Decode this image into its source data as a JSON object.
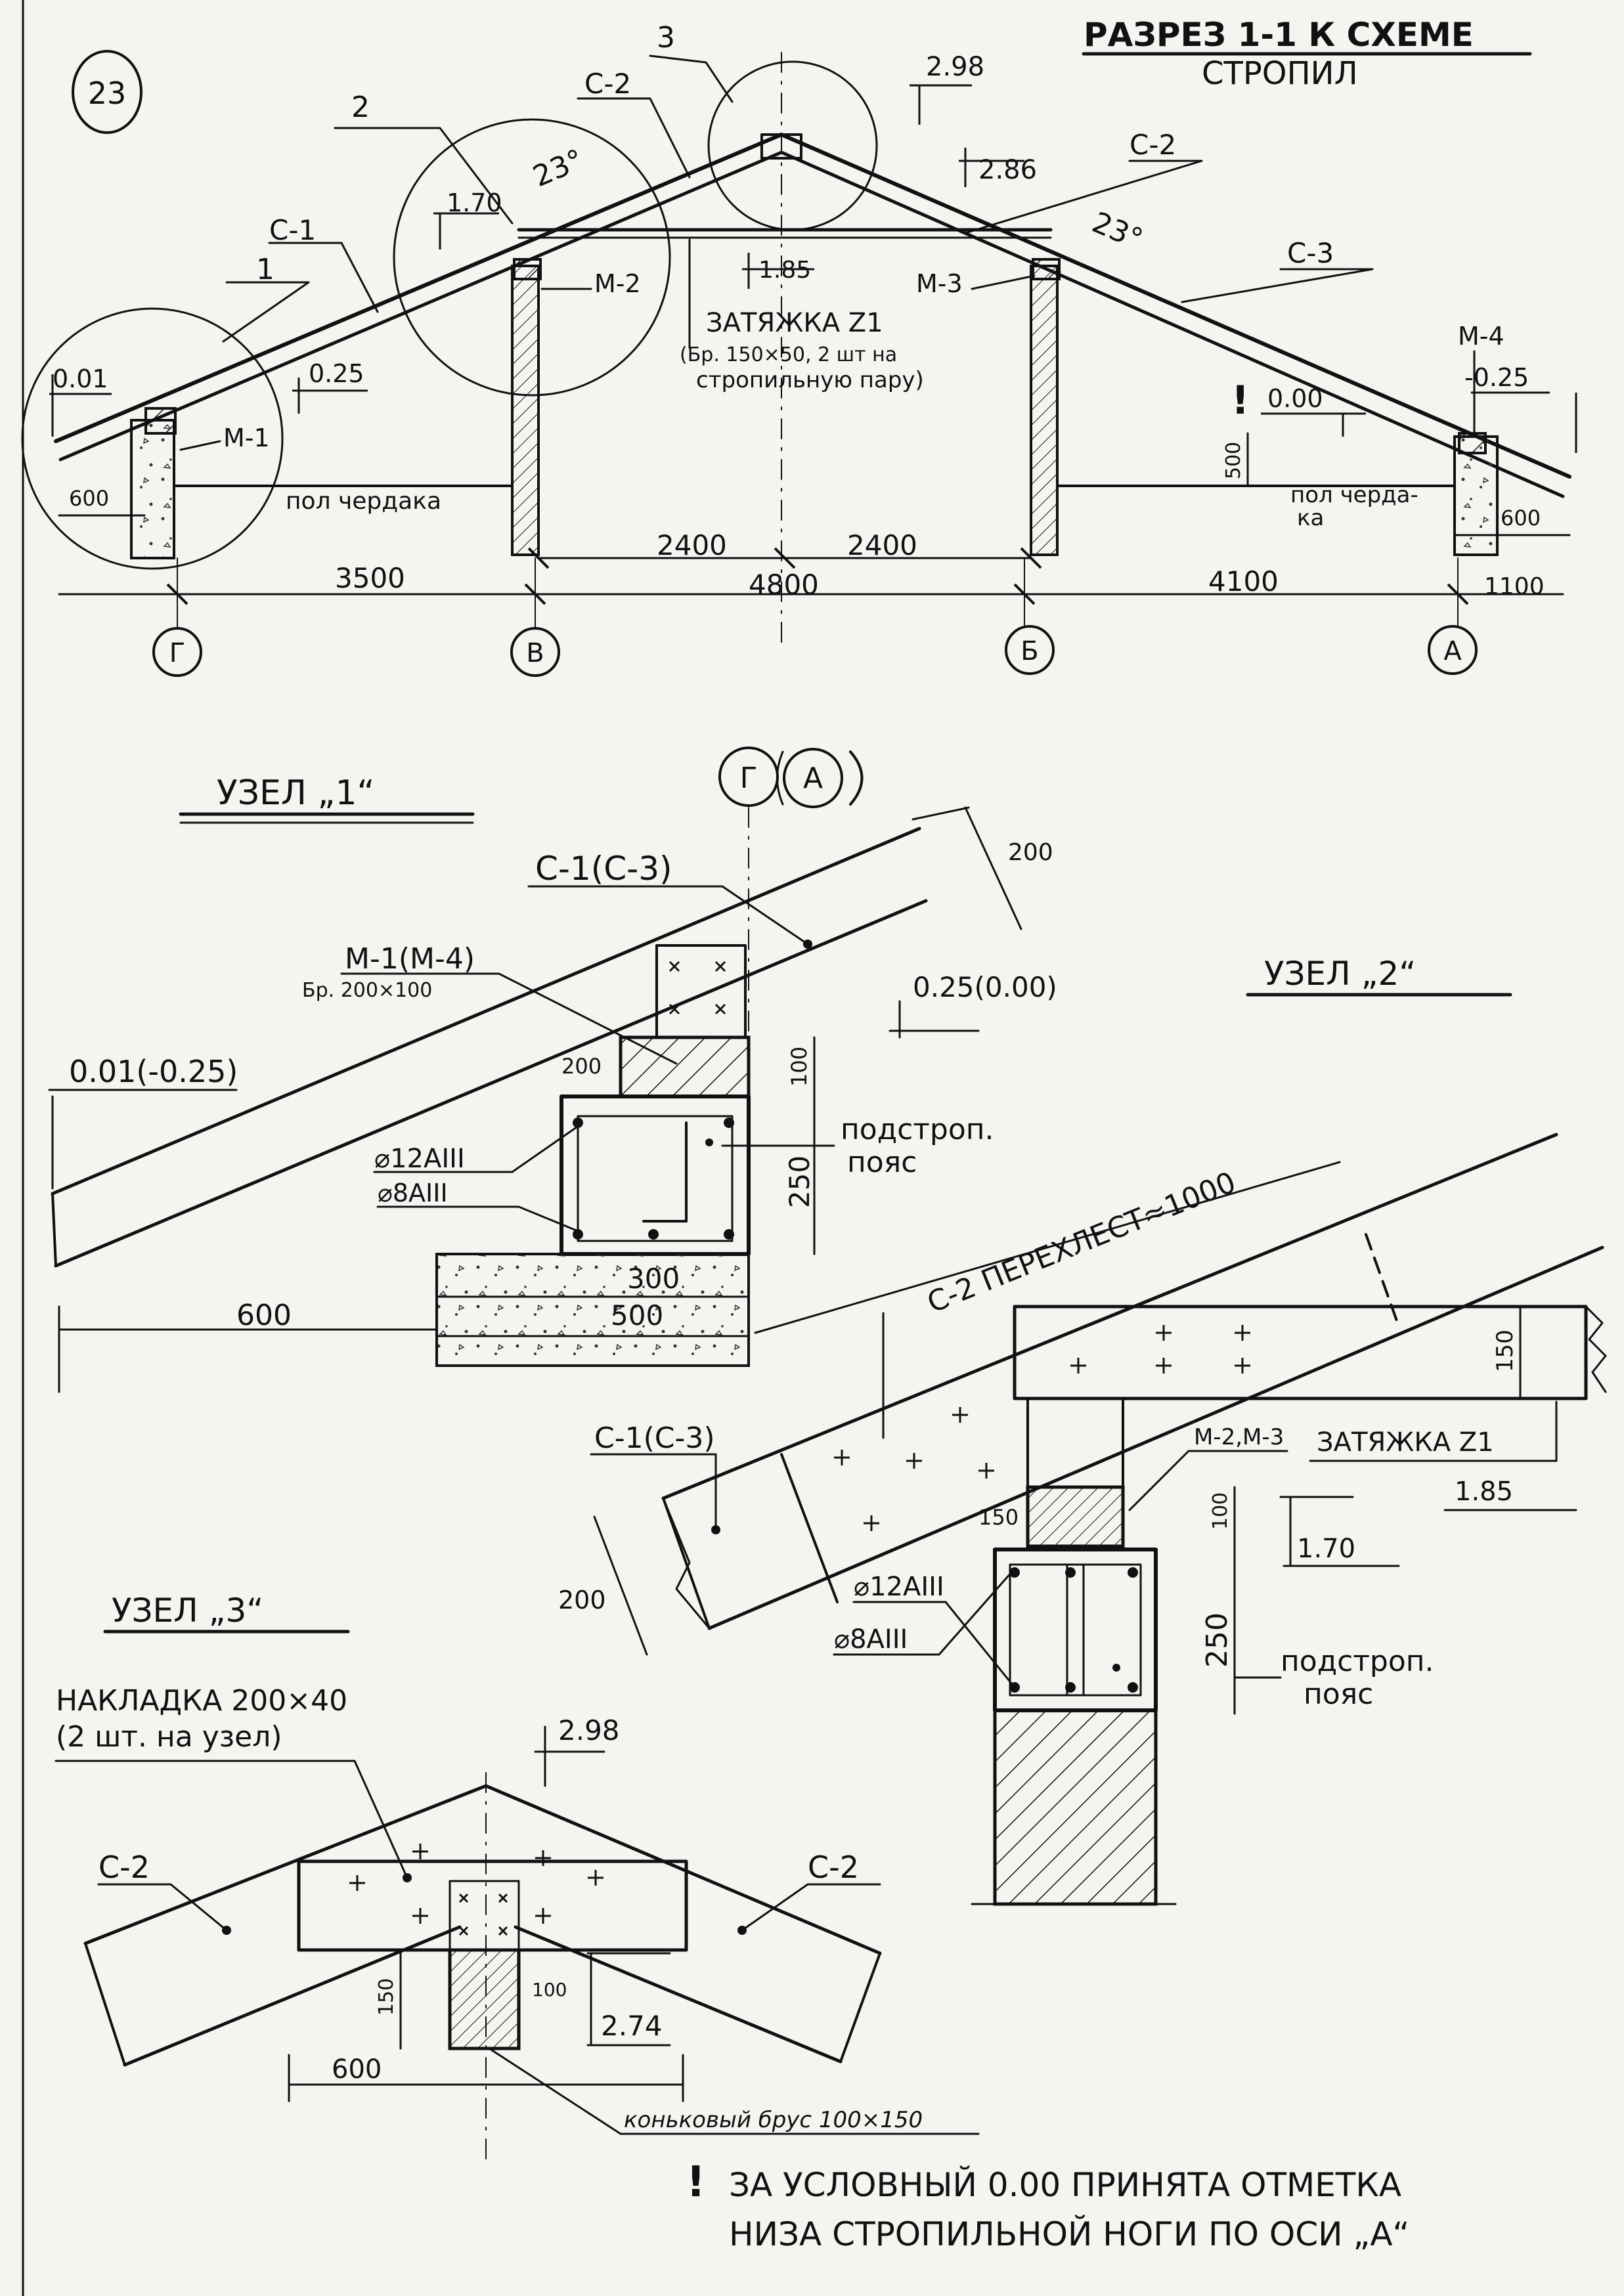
{
  "page": {
    "number": "23"
  },
  "section": {
    "title": "РАЗРЕЗ 1-1 К СХЕМЕ",
    "subtitle": "СТРОПИЛ",
    "labels": {
      "node1": "1",
      "node2": "2",
      "node3": "3",
      "c1": "С-1",
      "c2a": "С-2",
      "c2b": "С-2",
      "c3": "С-3",
      "m1": "М-1",
      "m2": "М-2",
      "m3": "М-3",
      "m4": "М-4",
      "angle_left": "23°",
      "angle_right": "23°",
      "tie_title": "ЗАТЯЖКА Z1",
      "tie_spec1": "(Бр. 150×50, 2 шт на",
      "tie_spec2": "стропильную пару)",
      "attic_floor_left": "пол чердака",
      "attic_floor_right_1": "пол черда-",
      "attic_floor_right_2": "ка",
      "zero_note_mark": "!"
    },
    "levels": {
      "l298": "2.98",
      "l286": "2.86",
      "l185": "1.85",
      "l170": "1.70",
      "l001": "0.01",
      "l025": "0.25",
      "l000": "0.00",
      "lm025": "-0.25"
    },
    "dims": {
      "d3500": "3500",
      "d2400a": "2400",
      "d2400b": "2400",
      "d4800": "4800",
      "d4100": "4100",
      "d1100": "1100",
      "d600a": "600",
      "d600b": "600",
      "d500": "500"
    },
    "axes": {
      "g": "Г",
      "v": "В",
      "b": "Б",
      "a": "А"
    }
  },
  "node1": {
    "title": "УЗЕЛ „1“",
    "axis_g": "Г",
    "axis_a": "А",
    "rafter": "С-1(С-3)",
    "mauerlat": "М-1(М-4)",
    "mauerlat_spec": "Бр. 200×100",
    "level_top": "0.25(0.00)",
    "level_left": "0.01(-0.25)",
    "belt_1": "подстроп.",
    "belt_2": "пояс",
    "rebar_main": "⌀12АIII",
    "rebar_stirrup": "⌀8АIII",
    "dims": {
      "d200": "200",
      "d200w": "200",
      "d100": "100",
      "d250": "250",
      "d300": "300",
      "d500": "500",
      "d600": "600"
    }
  },
  "node2": {
    "title": "УЗЕЛ „2“",
    "overlap": "С-2 ПЕРЕХЛЕСТ≈1000",
    "rafter": "С-1(С-3)",
    "mauerlat": "М-2,М-3",
    "tie": "ЗАТЯЖКА Z1",
    "level_185": "1.85",
    "level_170": "1.70",
    "belt_1": "подстроп.",
    "belt_2": "пояс",
    "rebar_main": "⌀12АIII",
    "rebar_stirrup": "⌀8АIII",
    "dims": {
      "d150a": "150",
      "d150b": "150",
      "d100": "100",
      "d250": "250",
      "d200": "200"
    }
  },
  "node3": {
    "title": "УЗЕЛ „3“",
    "plate_1": "НАКЛАДКА 200×40",
    "plate_2": "(2 шт. на узел)",
    "c2_left": "С-2",
    "c2_right": "С-2",
    "level_298": "2.98",
    "level_274": "2.74",
    "ridge": "коньковый брус 100×150",
    "dims": {
      "d150": "150",
      "d100": "100",
      "d600": "600"
    }
  },
  "note": {
    "mark": "!",
    "line1": "ЗА УСЛОВНЫЙ 0.00 ПРИНЯТА ОТМЕТКА",
    "line2": "НИЗА СТРОПИЛЬНОЙ НОГИ ПО ОСИ „А“"
  }
}
